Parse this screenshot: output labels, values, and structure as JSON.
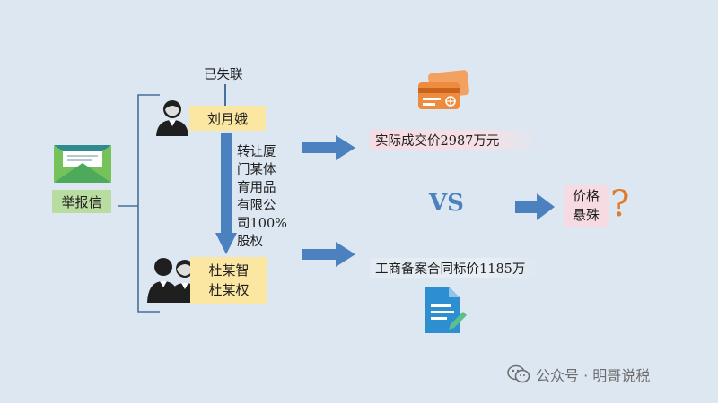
{
  "report_letter": {
    "label": "举报信"
  },
  "lost_contact": "已失联",
  "person_a": {
    "name": "刘月娥"
  },
  "persons_b": {
    "line1": "杜某智",
    "line2": "杜某权"
  },
  "transfer": {
    "lines": [
      "转让厦",
      "门某体",
      "育用品",
      "有限公",
      "司100%",
      "股权"
    ]
  },
  "actual_price": "实际成交价2987万元",
  "registered_price": "工商备案合同标价1185万",
  "vs": "VS",
  "price_gap": {
    "line1": "价格",
    "line2": "悬殊",
    "mark": "?"
  },
  "watermark": "公众号 · 明哥说税",
  "colors": {
    "arrow": "#4b81bf",
    "bracket": "#4a6f97",
    "card_orange": "#ee8b3f",
    "doc_blue": "#2e8fd0",
    "accent_orange": "#e07a2c"
  }
}
